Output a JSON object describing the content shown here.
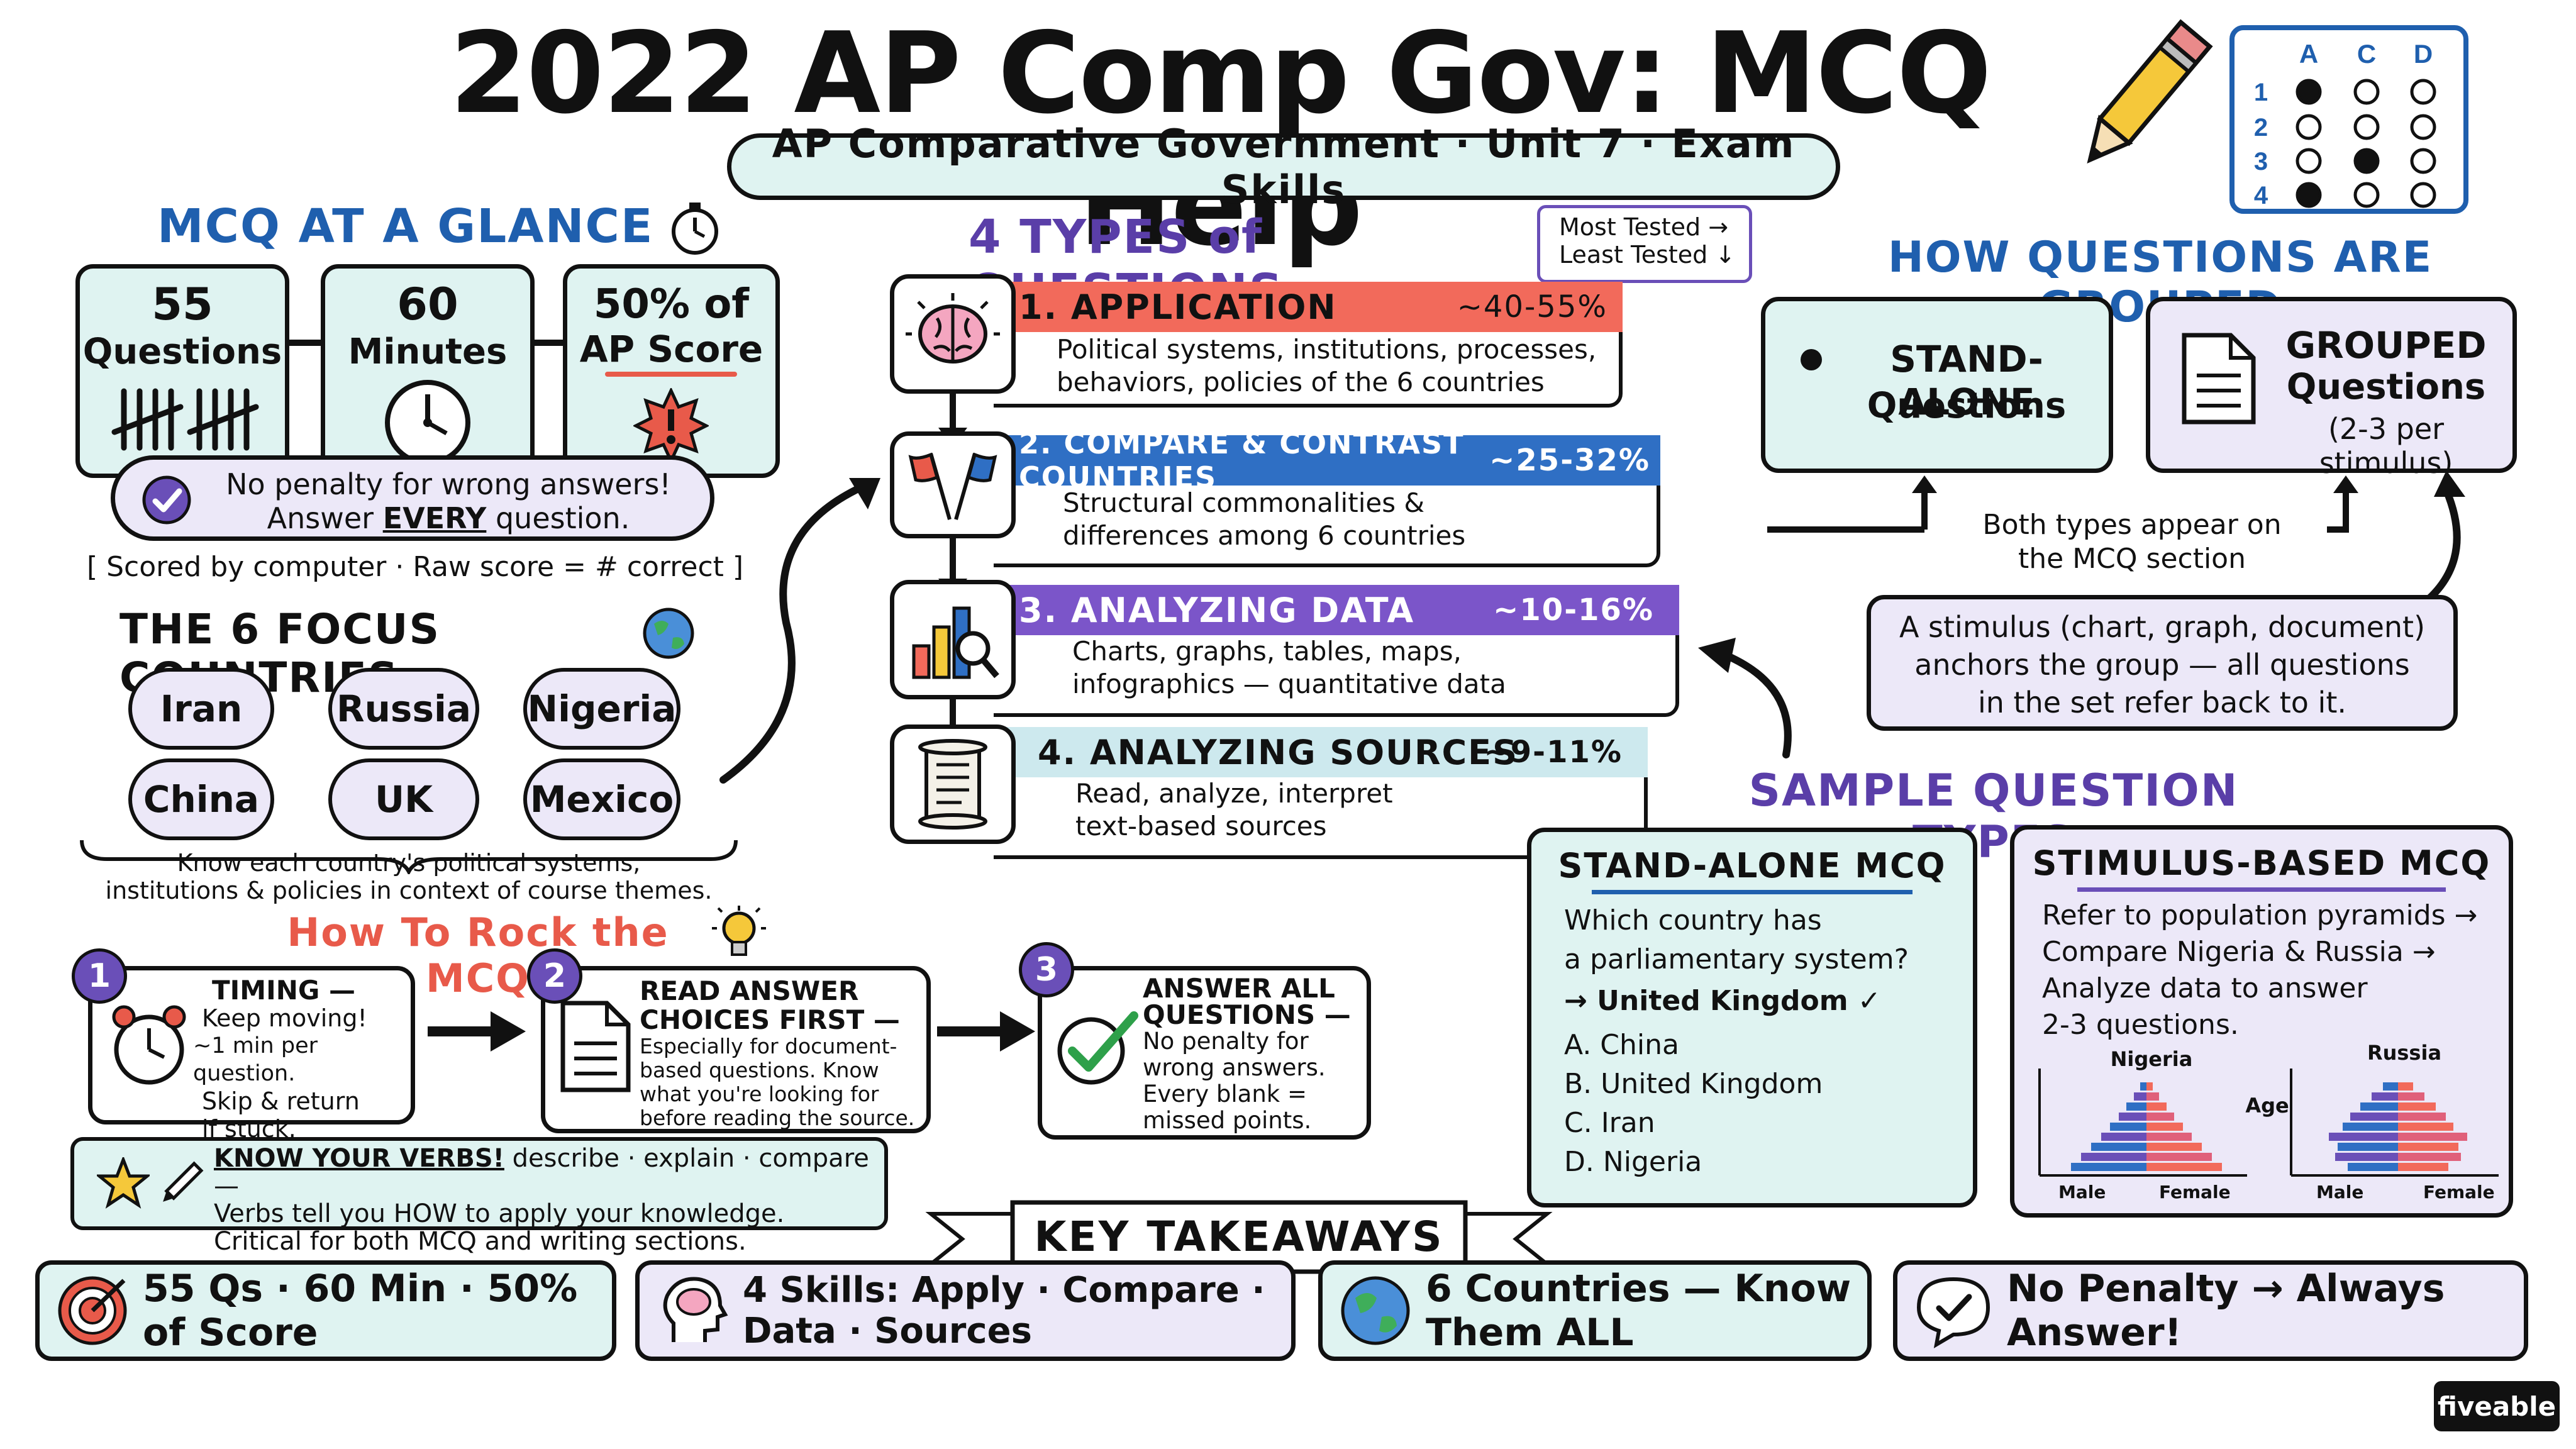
{
  "title": "2022 AP Comp Gov: MCQ Help",
  "subtitle": "AP Comparative Government · Unit 7 · Exam Skills",
  "answer_grid": {
    "cols": [
      "A",
      "C",
      "D"
    ],
    "rows": [
      "1",
      "2",
      "3",
      "4"
    ]
  },
  "glance": {
    "heading": "MCQ AT A GLANCE",
    "cards": [
      {
        "line1": "55",
        "line2": "Questions"
      },
      {
        "line1": "60",
        "line2": "Minutes"
      },
      {
        "line1": "50% of",
        "line2": "AP Score"
      }
    ],
    "penalty_line1": "No penalty for wrong answers!",
    "penalty_line2_pre": "Answer ",
    "penalty_line2_em": "EVERY",
    "penalty_line2_post": " question.",
    "scored": "[ Scored by computer · Raw score = # correct ]"
  },
  "countries": {
    "heading": "THE 6 FOCUS COUNTRIES",
    "list": [
      "Iran",
      "Russia",
      "Nigeria",
      "China",
      "UK",
      "Mexico"
    ],
    "note_line1": "Know each country's political systems,",
    "note_line2": "institutions & policies in context of course themes."
  },
  "types": {
    "heading": "4 TYPES of QUESTIONS",
    "legend_line1": "Most Tested →",
    "legend_line2": "Least Tested ↓",
    "items": [
      {
        "title": "1. APPLICATION",
        "pct": "~40-55%",
        "d1": "Political systems, institutions, processes,",
        "d2": "behaviors, policies of the 6 countries",
        "color": "#f26a5b"
      },
      {
        "title": "2. COMPARE & CONTRAST COUNTRIES",
        "pct": "~25-32%",
        "d1": "Structural commonalities &",
        "d2": "differences among 6 countries",
        "color": "#2f6fc4"
      },
      {
        "title": "3. ANALYZING DATA",
        "pct": "~10-16%",
        "d1": "Charts, graphs, tables, maps,",
        "d2": "infographics — quantitative data",
        "color": "#7b55c9"
      },
      {
        "title": "4. ANALYZING SOURCES",
        "pct": "~9-11%",
        "d1": "Read, analyze, interpret",
        "d2": "text-based sources",
        "color": "#cde9ee"
      }
    ]
  },
  "grouped": {
    "heading": "HOW QUESTIONS ARE GROUPED",
    "standalone_l1": "STAND-ALONE",
    "standalone_l2": "Questions",
    "grouped_l1": "GROUPED",
    "grouped_l2": "Questions",
    "grouped_l3": "(2-3 per stimulus)",
    "both_l1": "Both types appear on",
    "both_l2": "the MCQ section",
    "stim_l1": "A stimulus (chart, graph, document)",
    "stim_l2": "anchors the group — all questions",
    "stim_l3": "in the set refer back to it."
  },
  "samples": {
    "heading": "SAMPLE QUESTION TYPES",
    "standalone": {
      "title": "STAND-ALONE MCQ",
      "q1": "Which country has",
      "q2": "a parliamentary system?",
      "answer": "→ United Kingdom ✓",
      "options": [
        "A. China",
        "B. United Kingdom",
        "C. Iran",
        "D. Nigeria"
      ]
    },
    "stimulus": {
      "title": "STIMULUS-BASED MCQ",
      "l1": "Refer to population pyramids →",
      "l2": "Compare Nigeria & Russia →",
      "l3": "Analyze data to answer",
      "l4": "2-3 questions.",
      "p1_label": "Nigeria",
      "p2_label": "Russia",
      "age": "Age",
      "male": "Male",
      "female": "Female"
    }
  },
  "rock": {
    "heading": "How To Rock the MCQ",
    "steps": [
      {
        "num": "1",
        "l1": "TIMING —",
        "l2": "Keep moving!",
        "l3": "~1 min per question.",
        "l4": "Skip & return",
        "l5": "if stuck."
      },
      {
        "num": "2",
        "l1": "READ ANSWER",
        "l2": "CHOICES FIRST —",
        "l3": "Especially for document-",
        "l4": "based questions. Know",
        "l5": "what you're looking for",
        "l6": "before reading the source."
      },
      {
        "num": "3",
        "l1": "ANSWER ALL",
        "l2": "QUESTIONS —",
        "l3": "No penalty for",
        "l4": "wrong answers.",
        "l5": "Every blank =",
        "l6": "missed points."
      }
    ],
    "verbs_l1_em": "KNOW YOUR VERBS!",
    "verbs_l1_rest": "describe · explain · compare —",
    "verbs_l2": "Verbs tell you HOW to apply your knowledge.",
    "verbs_l3": "Critical for both MCQ and writing sections."
  },
  "takeaways": {
    "heading": "KEY TAKEAWAYS",
    "items": [
      "55 Qs · 60 Min · 50% of Score",
      "4 Skills: Apply · Compare · Data · Sources",
      "6 Countries — Know Them ALL",
      "No Penalty → Always Answer!"
    ]
  },
  "brand": "fiveable"
}
